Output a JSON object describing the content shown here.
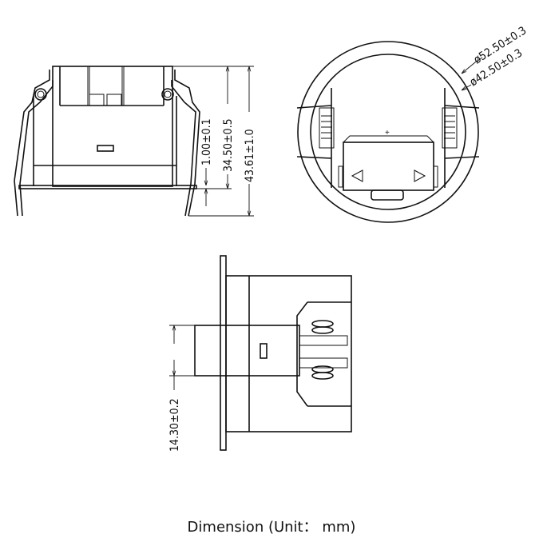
{
  "front_view": {
    "dim_flange": "1.00±0.1",
    "dim_body_height": "34.50±0.5",
    "dim_total_height": "43.61±1.0"
  },
  "top_view": {
    "dim_outer_diameter": "ø52.50±0.3",
    "dim_cutout_diameter": "ø42.50±0.3"
  },
  "side_view": {
    "dim_depth": "14.30±0.2"
  },
  "caption": "Dimension (Unit： mm)"
}
